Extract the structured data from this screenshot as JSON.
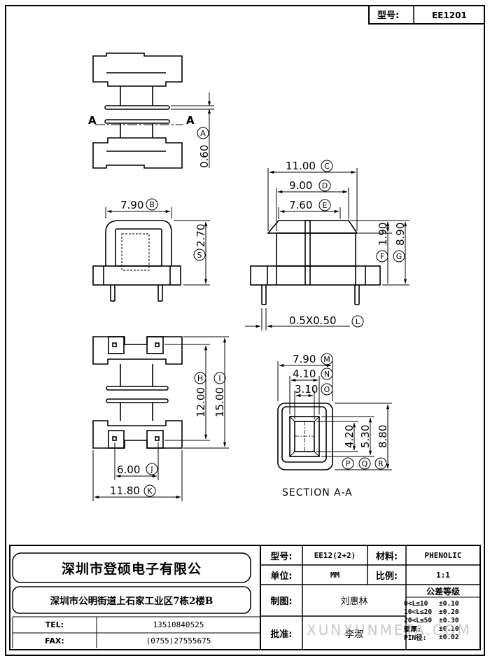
{
  "header": {
    "model_label": "型号:",
    "model_value": "EE1201"
  },
  "drawing": {
    "section_label": "A",
    "section_title": "SECTION A-A",
    "dims": {
      "A": "0.60",
      "B": "7.90",
      "S": "2.70",
      "C": "11.00",
      "D": "9.00",
      "E": "7.60",
      "F": "1.90",
      "G": "8.90",
      "L": "0.5X0.50",
      "H": "12.00",
      "I": "15.00",
      "J": "6.00",
      "K": "11.80",
      "M": "7.90",
      "N": "4.10",
      "O": "3.10",
      "P": "4.20",
      "Q": "5.30",
      "R": "8.80"
    },
    "circle_letters": {
      "A": "A",
      "B": "B",
      "S": "S",
      "C": "C",
      "D": "D",
      "E": "E",
      "F": "F",
      "G": "G",
      "L": "L",
      "H": "H",
      "I": "I",
      "J": "J",
      "K": "K",
      "M": "M",
      "N": "N",
      "O": "O",
      "P": "P",
      "Q": "Q",
      "R": "R"
    }
  },
  "title_block": {
    "company": "深圳市登硕电子有限公",
    "address": "深圳市公明街道上石家工业区7栋2楼B",
    "tel_label": "TEL:",
    "tel_value": "13510840525",
    "fax_label": "FAX:",
    "fax_value": "(0755)27555675",
    "model_label": "型号:",
    "model_value": "EE12(2+2)",
    "material_label": "材料:",
    "material_value": "PHENOLIC",
    "unit_label": "单位:",
    "unit_value": "MM",
    "scale_label": "比例:",
    "scale_value": "1:1",
    "drawn_label": "制图:",
    "drawn_value": "刘惠林",
    "approved_label": "批准:",
    "approved_value": "李淑",
    "tolerance_title": "公差等级",
    "tolerances": [
      {
        "range": "0<L≤10",
        "value": "±0.10"
      },
      {
        "range": "10<L≤20",
        "value": "±0.20"
      },
      {
        "range": "20<L≤50",
        "value": "±0.30"
      },
      {
        "range": "壁厚:",
        "value": "±0.10"
      },
      {
        "range": "PIN径:",
        "value": "±0.02"
      }
    ],
    "watermark": "XUNXUNMETA.COM"
  }
}
